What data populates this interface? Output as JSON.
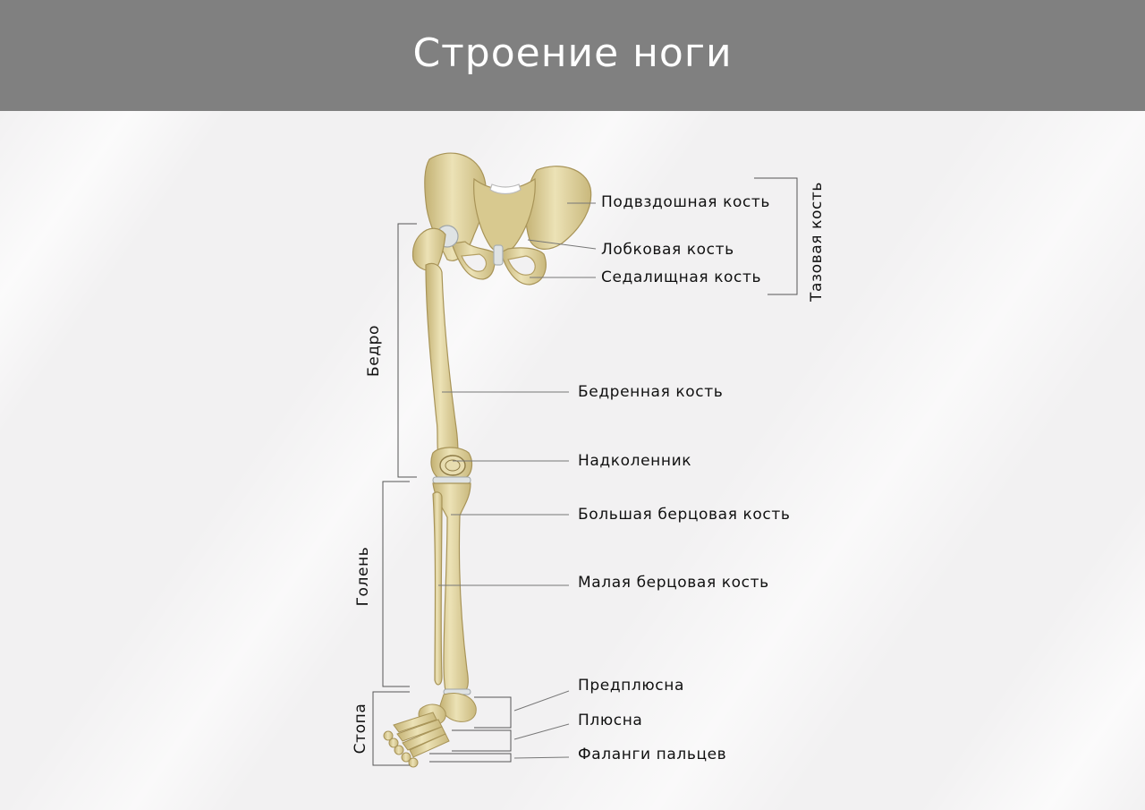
{
  "title": "Строение ноги",
  "labels": {
    "ilium": "Подвздошная кость",
    "pubis": "Лобковая кость",
    "ischium": "Седалищная кость",
    "femur": "Бедренная кость",
    "patella": "Надколенник",
    "tibia": "Большая берцовая кость",
    "fibula": "Малая берцовая кость",
    "tarsus": "Предплюсна",
    "metatarsus": "Плюсна",
    "phalanges": "Фаланги пальцев"
  },
  "groups": {
    "pelvis": "Тазовая кость",
    "thigh": "Бедро",
    "shin": "Голень",
    "foot": "Стопа"
  },
  "colors": {
    "header": "#808080",
    "bone": "#e3d7a3",
    "bone_shadow": "#b9a667",
    "cartilage": "#dfe3e4"
  }
}
